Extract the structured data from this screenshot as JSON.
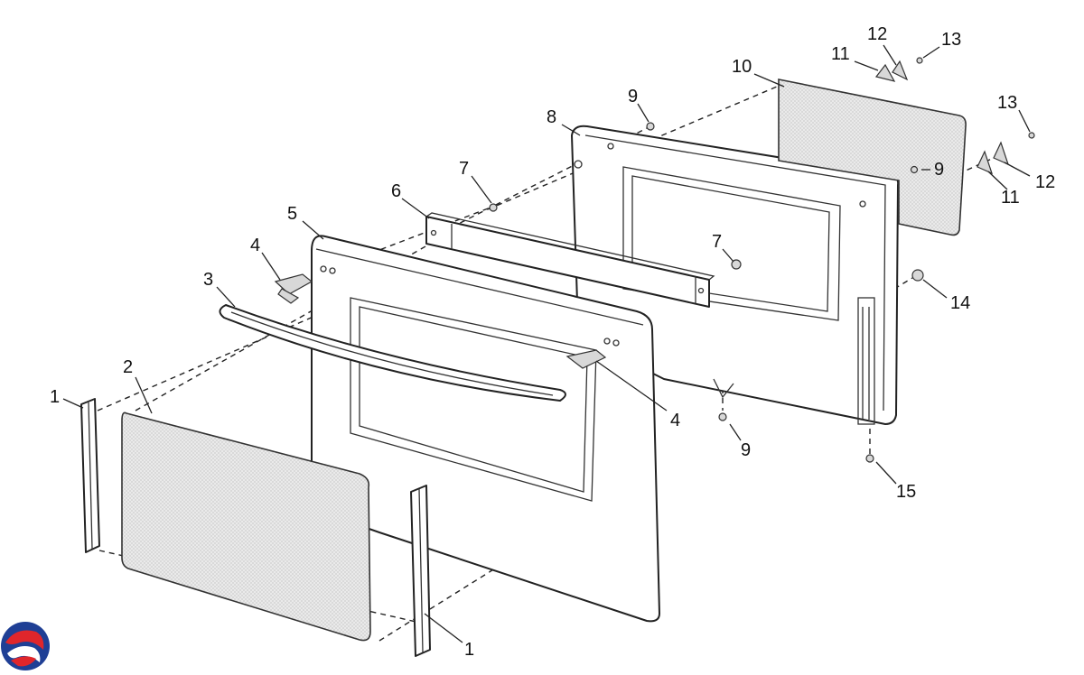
{
  "logo": {
    "icon": "swirl-logo-icon",
    "colors": [
      "#1f3f95",
      "#e0262b"
    ]
  },
  "callouts": [
    {
      "label": "1"
    },
    {
      "label": "2"
    },
    {
      "label": "3"
    },
    {
      "label": "4"
    },
    {
      "label": "5"
    },
    {
      "label": "6"
    },
    {
      "label": "7"
    },
    {
      "label": "8"
    },
    {
      "label": "9"
    },
    {
      "label": "10"
    },
    {
      "label": "11"
    },
    {
      "label": "12"
    },
    {
      "label": "13"
    },
    {
      "label": "9"
    },
    {
      "label": "13"
    },
    {
      "label": "12"
    },
    {
      "label": "11"
    },
    {
      "label": "7"
    },
    {
      "label": "14"
    },
    {
      "label": "4"
    },
    {
      "label": "9"
    },
    {
      "label": "15"
    },
    {
      "label": "1"
    }
  ]
}
